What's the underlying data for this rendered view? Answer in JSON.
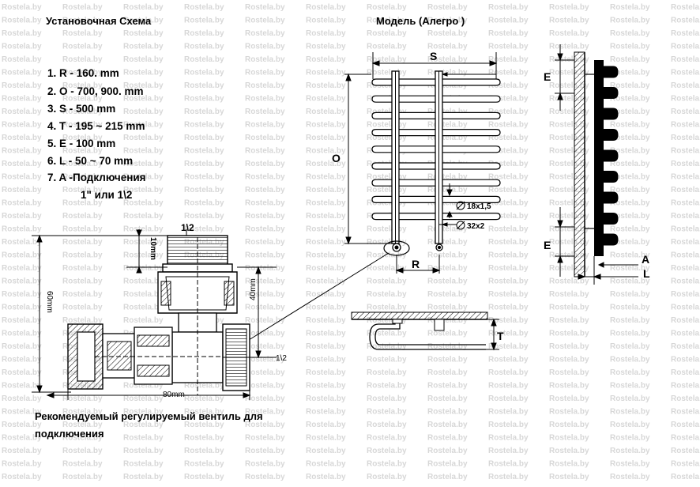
{
  "title_left": "Установочная Схема",
  "title_right": "Модель  (Алегро )",
  "specs": [
    "1. R - 160. mm",
    "2. O - 700, 900. mm",
    "3. S - 500 mm",
    "4. T - 195 ~ 215 mm",
    "5. E - 100 mm",
    "6. L - 50 ~ 70 mm",
    "7. A -Подключения",
    "1\" или 1\\2"
  ],
  "labels": {
    "S": "S",
    "O": "O",
    "R": "R",
    "T": "T",
    "E_top": "E",
    "E_bottom": "E",
    "A": "A",
    "L": "L",
    "d18": "18x1,5",
    "d32": "32x2",
    "half_top": "1\\2",
    "half_side": "1\\2",
    "mm10": "10mm",
    "mm40": "40mm",
    "mm60": "60mm",
    "mm80": "80mm"
  },
  "caption": [
    "Рекомендуемый регулируемый вентиль для",
    "подключения"
  ],
  "watermark": "Rostela.by",
  "colors": {
    "ink": "#000000",
    "watermark": "#d7d7d7",
    "background": "#ffffff"
  }
}
